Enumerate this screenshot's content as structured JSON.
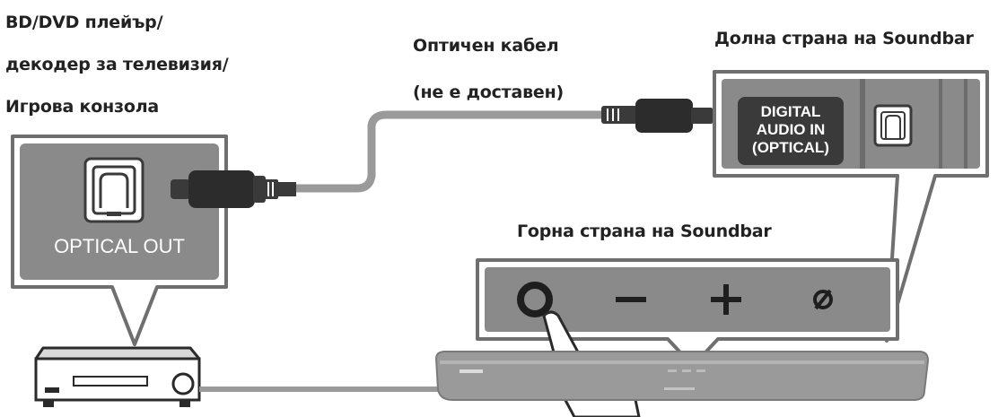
{
  "source_device": {
    "title_lines": [
      "BD/DVD плейър/",
      "декодер за телевизия/",
      "Игрова конзола"
    ],
    "port_label": "OPTICAL OUT"
  },
  "cable": {
    "lines": [
      "Оптичен кабел",
      "(не е доставен)"
    ]
  },
  "soundbar_bottom": {
    "title": "Долна страна на Soundbar",
    "port_label_lines": [
      "DIGITAL",
      "AUDIO IN",
      "(OPTICAL)"
    ]
  },
  "soundbar_top": {
    "title": "Горна страна на Soundbar",
    "buttons": [
      "power",
      "volume-down",
      "volume-up",
      "sound-mode"
    ]
  },
  "colors": {
    "panel_fill": "#8a8a8a",
    "panel_border": "#6f6f6f",
    "port_dark": "#3a3a3a",
    "text": "#222222"
  }
}
